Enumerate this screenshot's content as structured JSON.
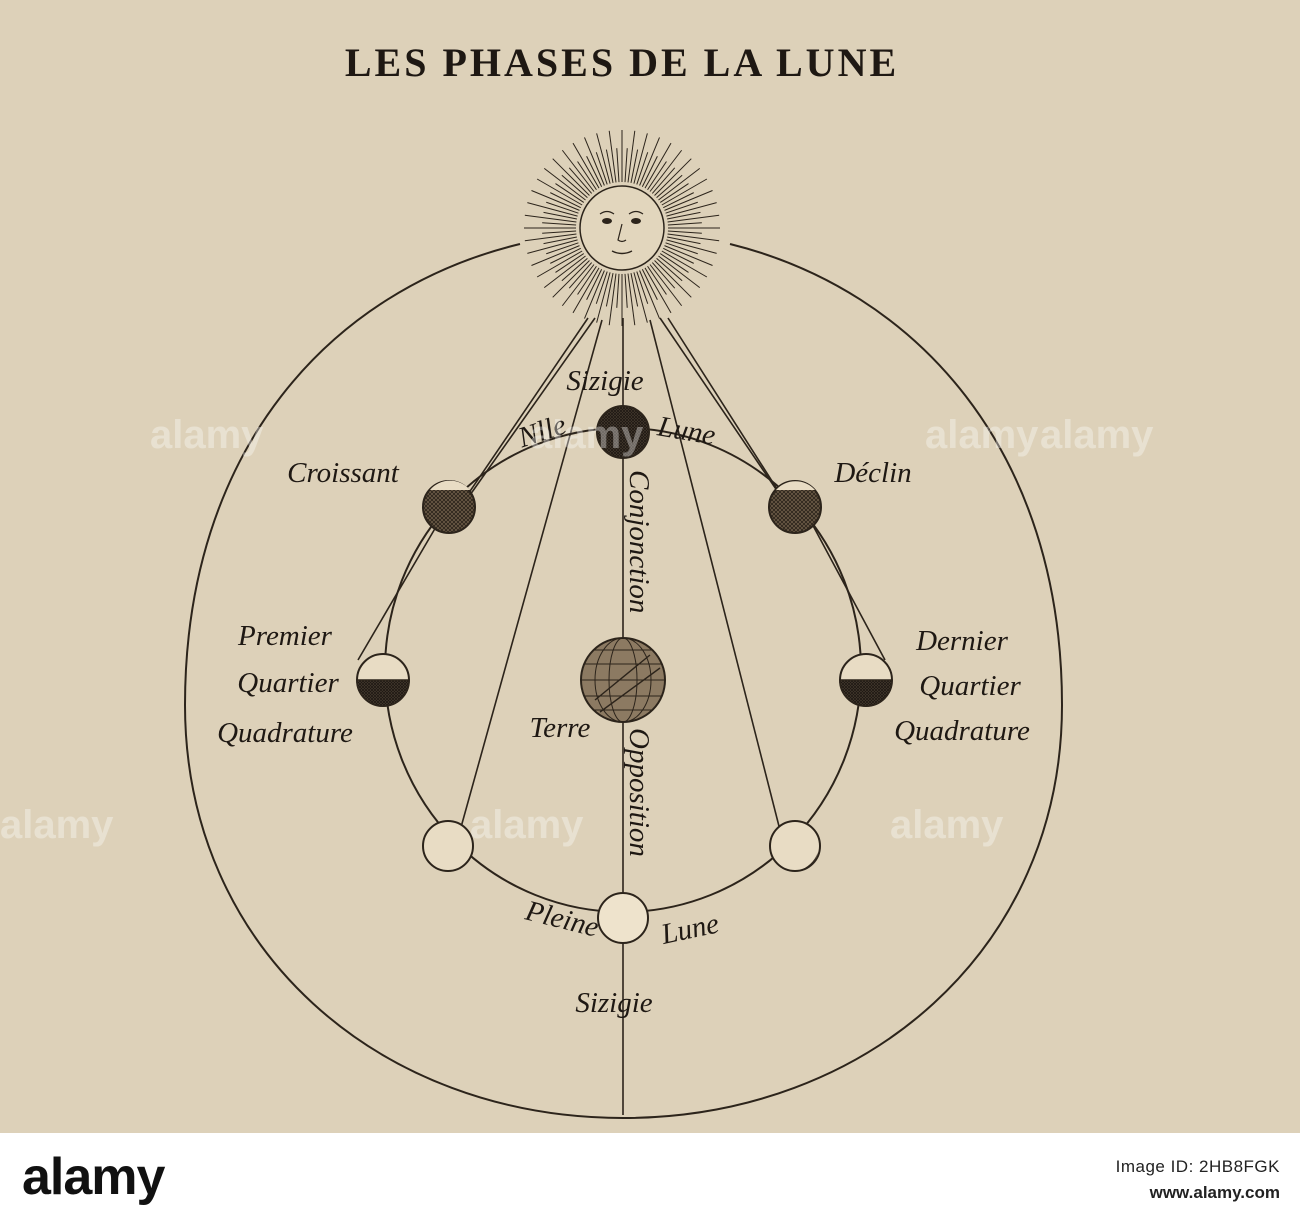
{
  "title": "LES PHASES DE LA LUNE",
  "labels": {
    "sizigie_top": "Sizigie",
    "nlle": "Nlle",
    "lune_top": "Lune",
    "croissant": "Croissant",
    "declin": "Déclin",
    "premier": "Premier",
    "quartier_left": "Quartier",
    "quadrature_left": "Quadrature",
    "dernier": "Dernier",
    "quartier_right": "Quartier",
    "quadrature_right": "Quadrature",
    "terre": "Terre",
    "conjonction": "Conjonction",
    "opposition": "Opposition",
    "pleine": "Pleine",
    "lune_bottom": "Lune",
    "sizigie_bottom": "Sizigie"
  },
  "watermark": "alamy",
  "footer": {
    "brand": "alamy",
    "image_id": "Image ID: 2HB8FGK",
    "url": "www.alamy.com"
  },
  "colors": {
    "paper": "#ddd1b9",
    "ink": "#2c241b"
  }
}
